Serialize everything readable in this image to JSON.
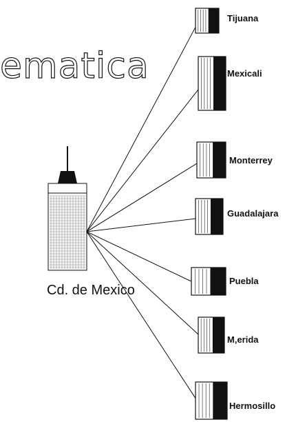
{
  "title": "ematica",
  "hub": {
    "label": "Cd. de Mexico",
    "icon": "skyscraper-icon"
  },
  "cities": [
    {
      "label": "Tijuana",
      "icon": "building-icon"
    },
    {
      "label": "Mexicali",
      "icon": "building-icon"
    },
    {
      "label": "Monterrey",
      "icon": "building-icon"
    },
    {
      "label": "Guadalajara",
      "icon": "building-icon"
    },
    {
      "label": "Puebla",
      "icon": "building-icon"
    },
    {
      "label": "M,erida",
      "icon": "building-icon"
    },
    {
      "label": "Hermosillo",
      "icon": "building-icon"
    }
  ],
  "colors": {
    "ink": "#111111",
    "background": "#ffffff"
  }
}
